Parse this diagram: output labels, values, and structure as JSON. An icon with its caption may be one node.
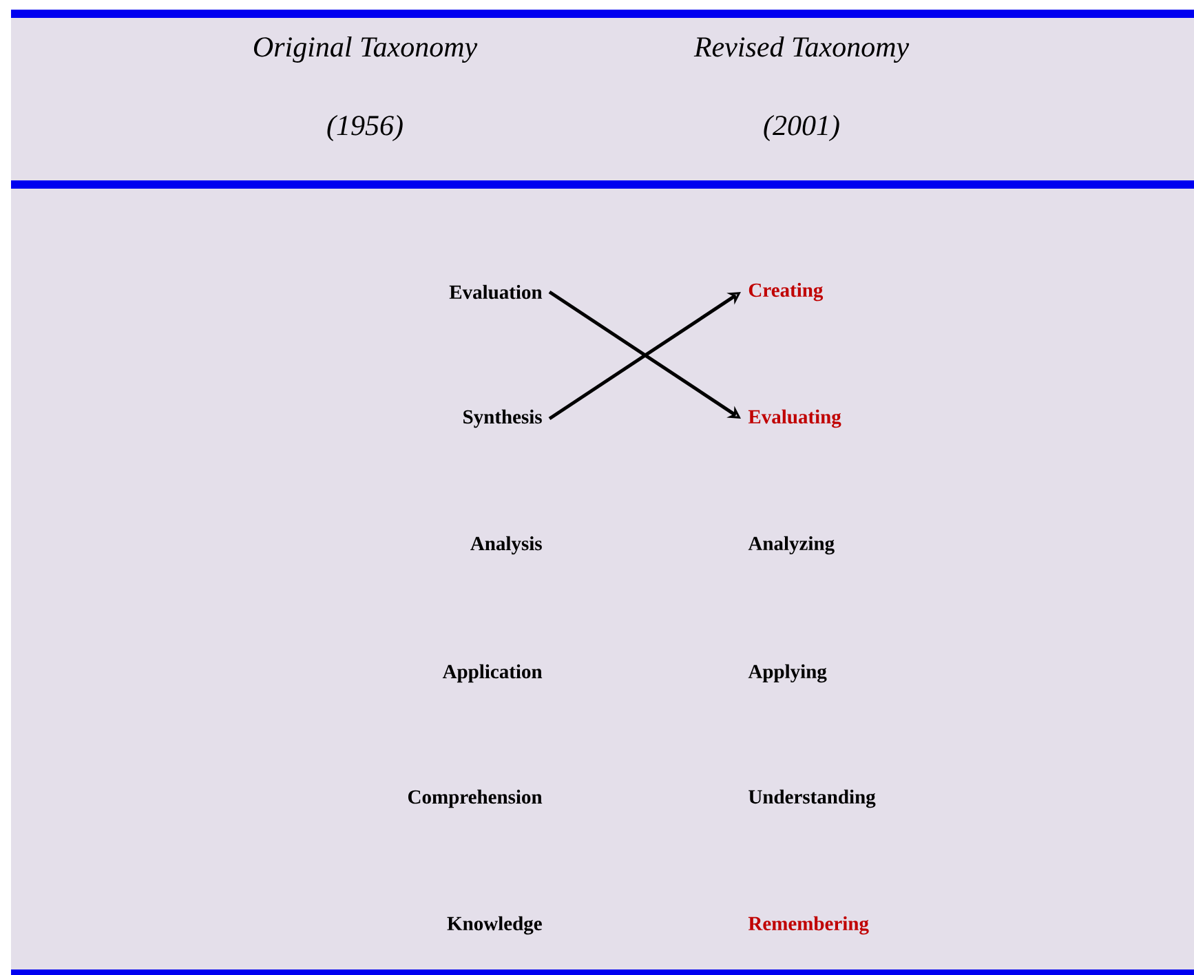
{
  "diagram": {
    "nodes": [
      {
        "text": [
          "Evaluation"
        ]
      },
      {
        "text": [
          "Creating"
        ]
      },
      {
        "text": [
          "Synthesis"
        ]
      },
      {
        "text": [
          "Evaluating"
        ]
      },
      {
        "text": [
          "Analysis"
        ]
      },
      {
        "text": [
          "Analyzing"
        ]
      },
      {
        "text": [
          "Application"
        ]
      },
      {
        "text": [
          "Applying"
        ]
      },
      {
        "text": [
          "Comprehension"
        ]
      },
      {
        "text": [
          "Understanding"
        ]
      },
      {
        "text": [
          "Knowledge"
        ]
      },
      {
        "text": [
          "Remembering"
        ]
      }
    ],
    "edges": [
      {
        "from": 0,
        "to": 3,
        "arrow": "to"
      },
      {
        "from": 2,
        "to": 1,
        "arrow": "to"
      }
    ],
    "labels": [
      "Original Taxonomy",
      "Revised Taxonomy",
      "(1956)",
      "(2001)"
    ]
  }
}
